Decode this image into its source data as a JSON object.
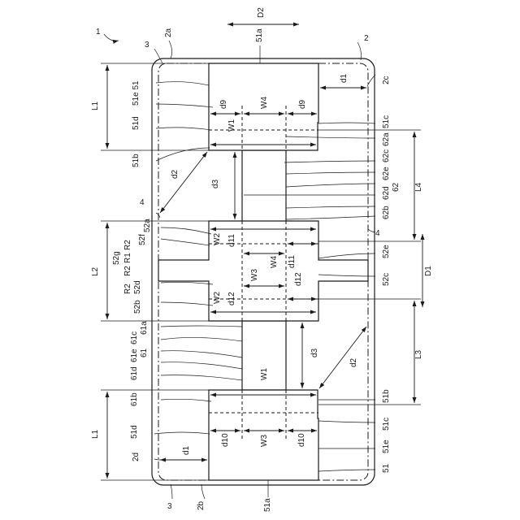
{
  "labels": {
    "fig_no": "1",
    "D2": "D2",
    "D1": "D1",
    "2a": "2a",
    "3_top": "3",
    "2_top": "2",
    "51a_top": "51a",
    "L1_top": "L1",
    "51e51_top": "51e 51",
    "d9_l": "d9",
    "W4_top": "W4",
    "d9_r": "d9",
    "d1_top": "d1",
    "2c": "2c",
    "51d_top": "51d",
    "W1_top": "W1",
    "51c_top": "51c",
    "62a": "62a",
    "62c": "62c",
    "62e": "62e",
    "62d": "62d",
    "62b": "62b",
    "62": "62",
    "51b_top": "51b",
    "d2_top": "d2",
    "d3_top": "d3",
    "L4": "L4",
    "4_left": "4",
    "4_right": "4",
    "52a": "52a",
    "52f": "52f",
    "52g": "52g",
    "R2_a": "R2",
    "R1": "R1",
    "R2_b": "R2",
    "W2_top": "W2",
    "d11_a": "d11",
    "W4_mid": "W4",
    "d11_b": "d11",
    "52e": "52e",
    "L2": "L2",
    "R2_c": "R2",
    "52d": "52d",
    "W3_mid": "W3",
    "d12_a": "d12",
    "d12_b": "d12",
    "52c": "52c",
    "52b": "52b",
    "W2_bot": "W2",
    "61a": "61a",
    "61c": "61c",
    "61e": "61e",
    "61": "61",
    "61d": "61d",
    "61b": "61b",
    "d3_bot": "d3",
    "d2_bot": "d2",
    "L3": "L3",
    "W1_bot": "W1",
    "51b_bot": "51b",
    "L1_bot": "L1",
    "51d_bot": "51d",
    "d10_l": "d10",
    "W3_bot": "W3",
    "d10_r": "d10",
    "51c_bot": "51c",
    "51e_bot": "51e",
    "2d": "2d",
    "d1_bot": "d1",
    "51_bot": "51",
    "3_bot": "3",
    "2b": "2b",
    "51a_bot": "51a"
  }
}
